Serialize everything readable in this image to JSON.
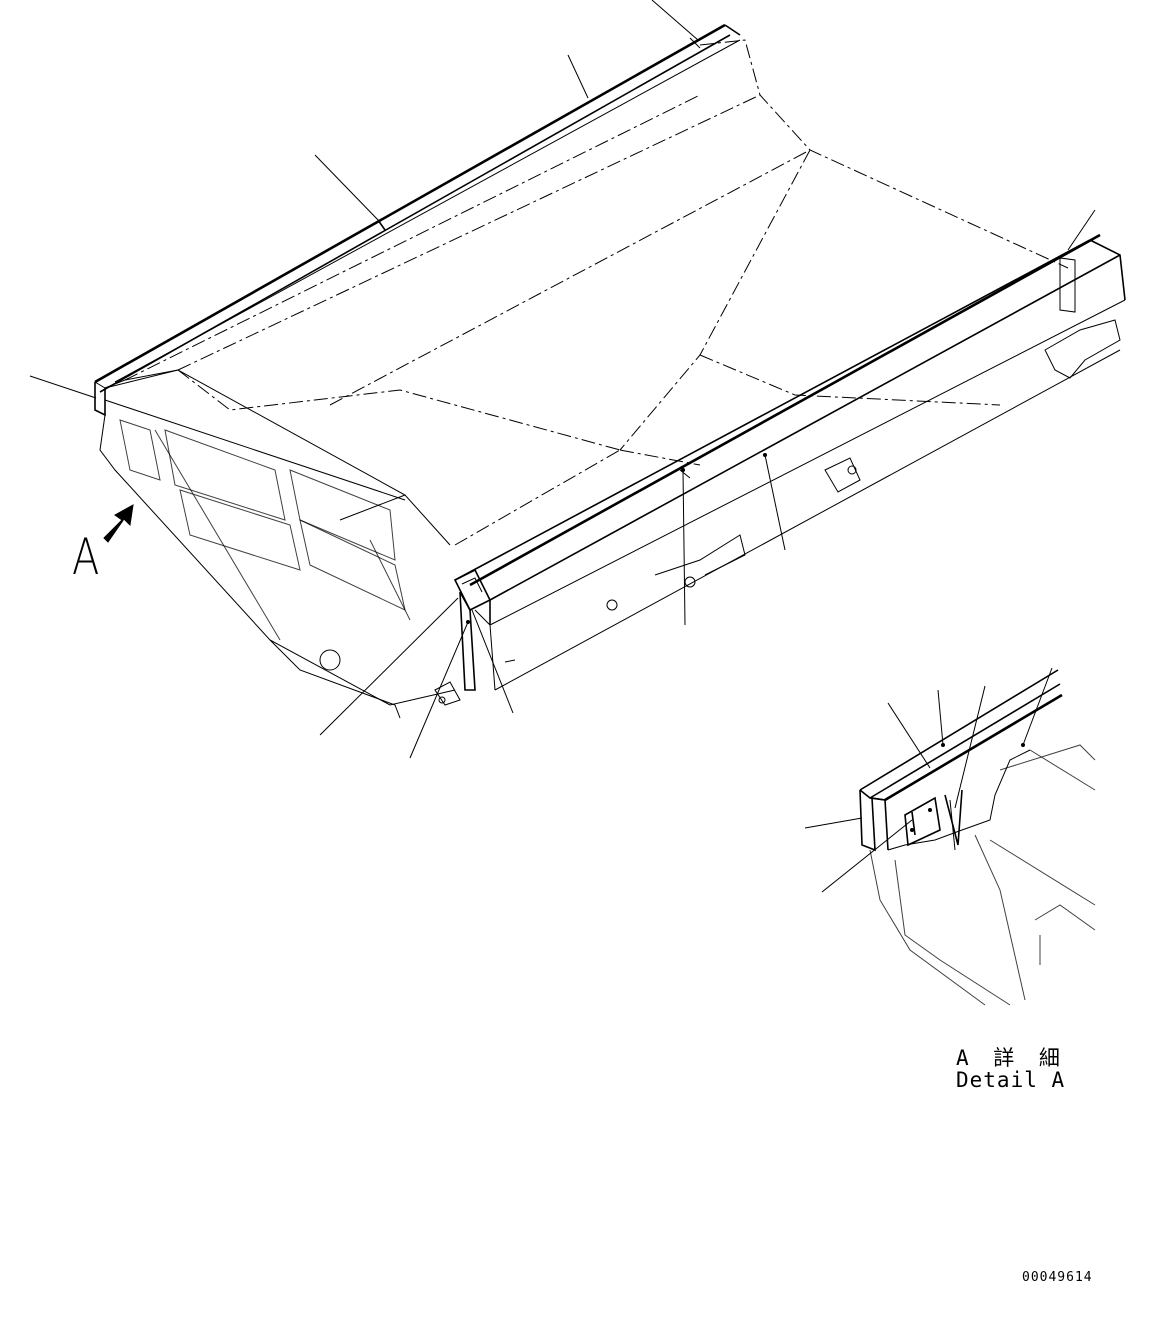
{
  "view_indicator": {
    "letter": "A"
  },
  "detail": {
    "title_jp": "A 詳 細",
    "title_en": "Detail A"
  },
  "drawing_number": "00049614",
  "colors": {
    "line": "#000000",
    "background": "#ffffff"
  },
  "icons": {
    "view_arrow": "bold-arrow-up-right"
  }
}
